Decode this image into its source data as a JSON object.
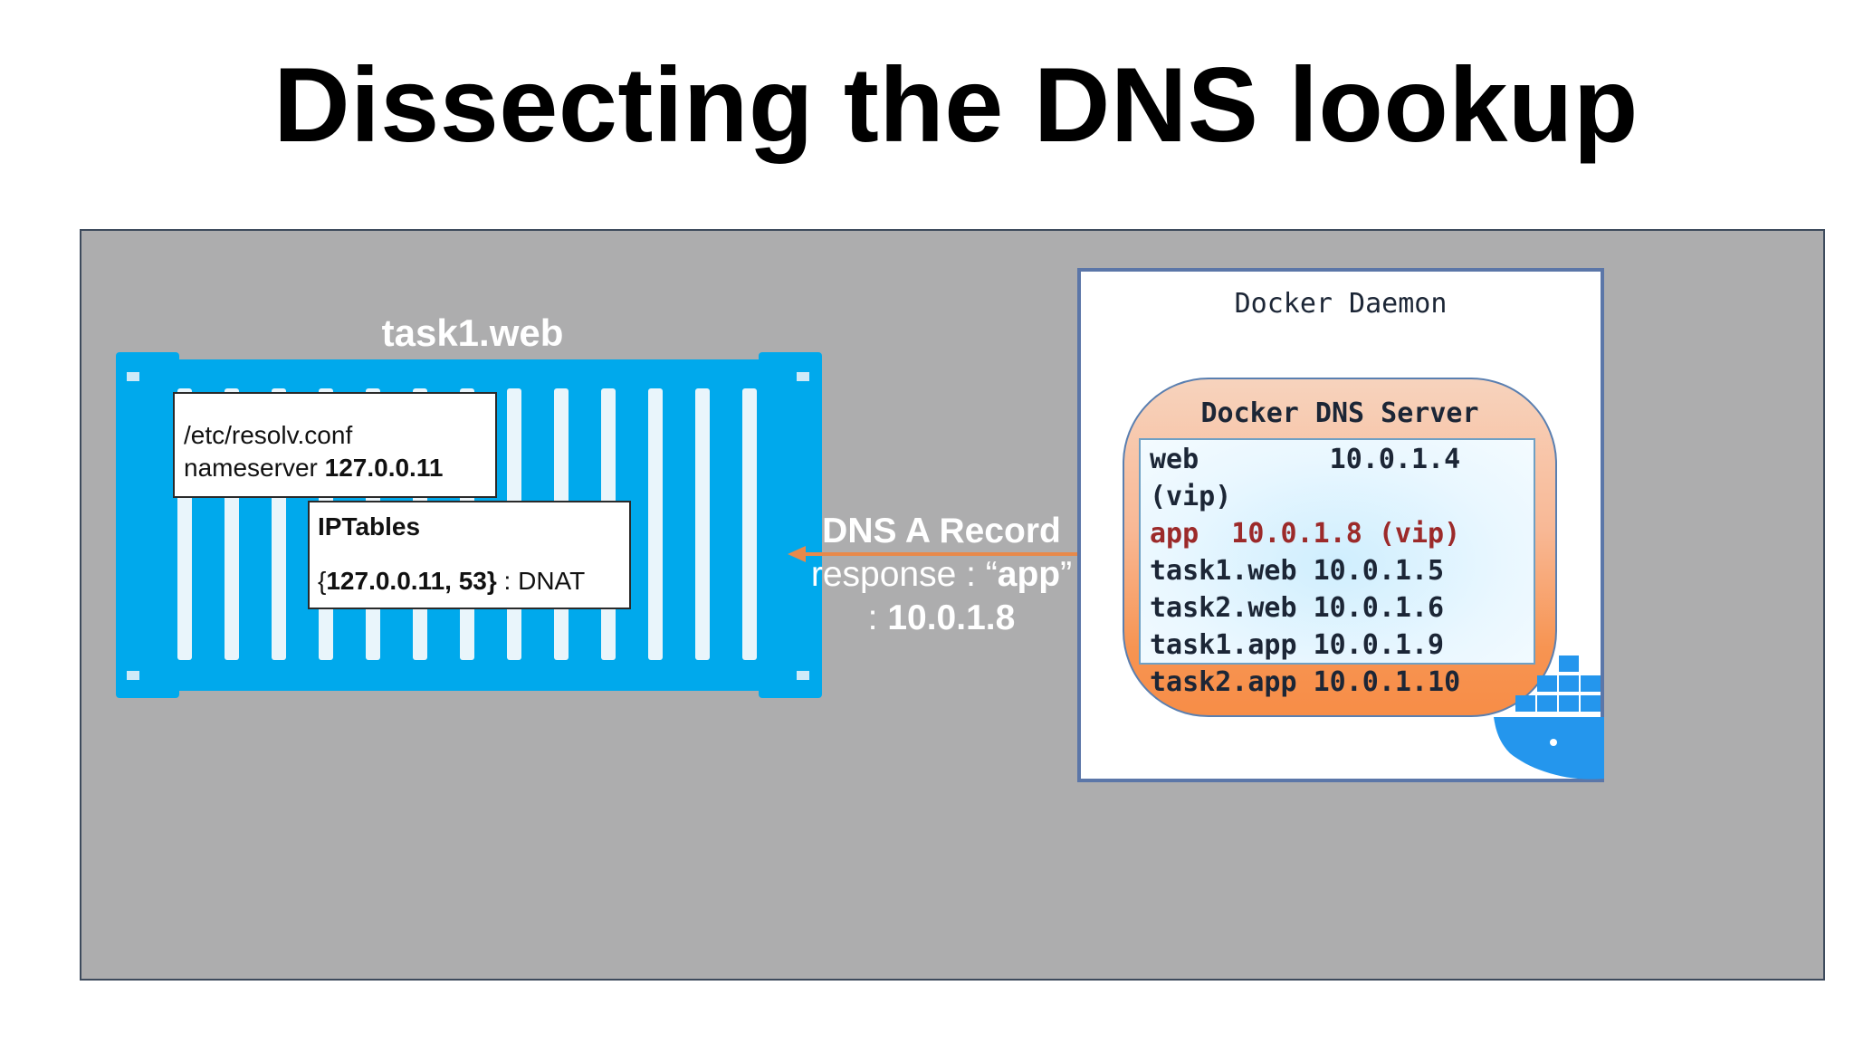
{
  "slide": {
    "title": "Dissecting the DNS lookup"
  },
  "container": {
    "label": "task1.web",
    "resolv": {
      "path": "/etc/resolv.conf",
      "nameserver_prefix": "nameserver ",
      "nameserver_ip": "127.0.0.11"
    },
    "iptables": {
      "title": "IPTables",
      "rule_open": "{",
      "rule_target": "127.0.0.11, 53}",
      "rule_action": " : DNAT"
    }
  },
  "response": {
    "line1": "DNS A Record",
    "line2_prefix": "response : “",
    "line2_name": "app",
    "line2_suffix": "”",
    "line3_prefix": ": ",
    "line3_ip": "10.0.1.8"
  },
  "daemon": {
    "title": "Docker Daemon",
    "dns_server": {
      "title": "Docker DNS Server",
      "records": [
        {
          "text": "web        10.0.1.4",
          "highlight": false
        },
        {
          "text": "(vip)",
          "highlight": false
        },
        {
          "text": "app  10.0.1.8 (vip)",
          "highlight": true
        },
        {
          "text": "task1.web 10.0.1.5",
          "highlight": false
        },
        {
          "text": "task2.web 10.0.1.6",
          "highlight": false
        },
        {
          "text": "task1.app 10.0.1.9",
          "highlight": false
        },
        {
          "text": "task2.app 10.0.1.10",
          "highlight": false
        }
      ]
    }
  },
  "icons": [
    "shipping-container-icon",
    "arrow-left-icon",
    "docker-whale-icon"
  ],
  "colors": {
    "stage_bg": "#adadae",
    "container_blue": "#00a9ec",
    "arrow_orange": "#e8894a",
    "highlight_red": "#9c2a2a",
    "daemon_border": "#5b76a8"
  }
}
